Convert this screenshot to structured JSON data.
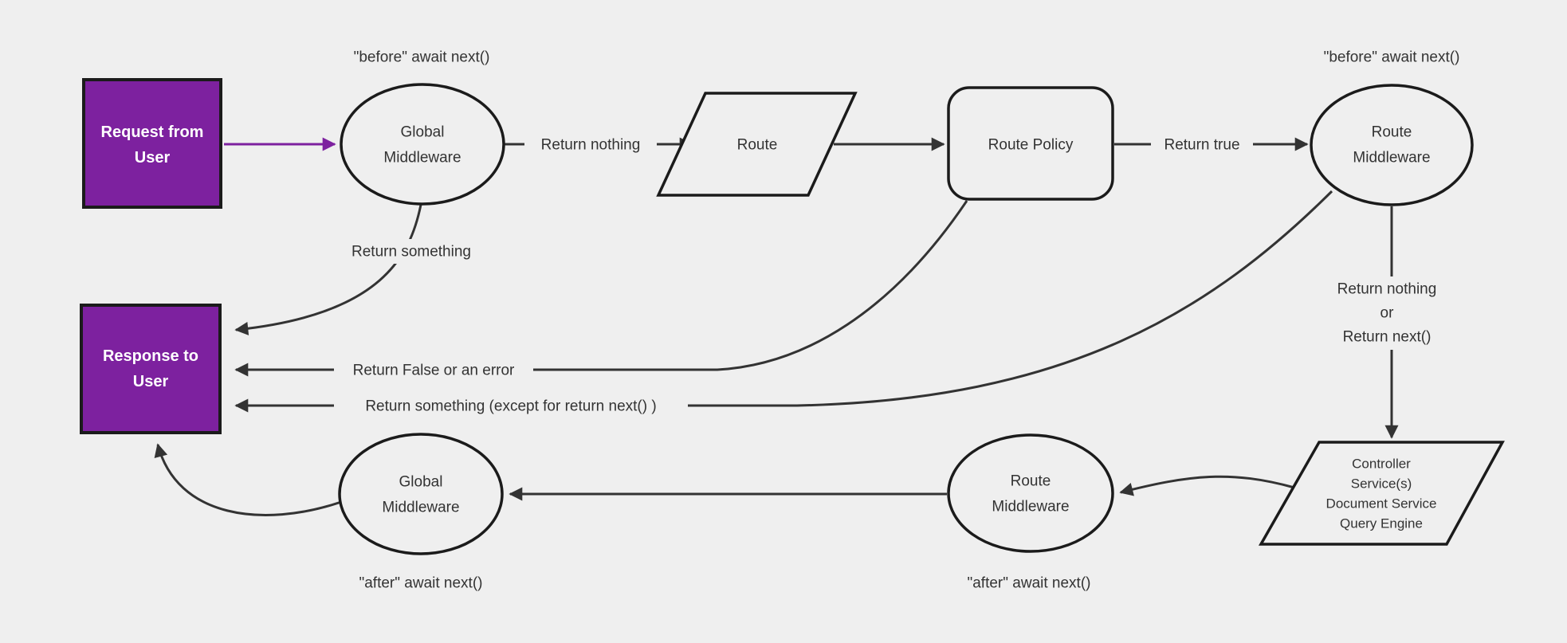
{
  "colors": {
    "canvas_bg": "#efefef",
    "purple": "#7d219f",
    "shape_stroke": "#1b1b1b",
    "edge": "#333333",
    "text": "#333333",
    "box_text": "#ffffff"
  },
  "nodes": {
    "request_from_user": {
      "type": "rectangle",
      "lines": [
        "Request from",
        "User"
      ]
    },
    "global_middleware_top": {
      "type": "ellipse",
      "lines": [
        "Global",
        "Middleware"
      ]
    },
    "route": {
      "type": "parallelogram",
      "lines": [
        "Route"
      ]
    },
    "route_policy": {
      "type": "rounded-rectangle",
      "lines": [
        "Route Policy"
      ]
    },
    "route_middleware_top": {
      "type": "ellipse",
      "lines": [
        "Route",
        "Middleware"
      ]
    },
    "response_to_user": {
      "type": "rectangle",
      "lines": [
        "Response to",
        "User"
      ]
    },
    "global_middleware_bottom": {
      "type": "ellipse",
      "lines": [
        "Global",
        "Middleware"
      ]
    },
    "route_middleware_bottom": {
      "type": "ellipse",
      "lines": [
        "Route",
        "Middleware"
      ]
    },
    "controller": {
      "type": "parallelogram",
      "lines": [
        "Controller",
        "Service(s)",
        "Document Service",
        "Query Engine"
      ]
    }
  },
  "annotations": {
    "before_await_left": "\"before\" await next()",
    "before_await_right": "\"before\" await next()",
    "after_await_left": "\"after\" await next()",
    "after_await_right": "\"after\" await next()"
  },
  "edge_labels": {
    "return_nothing_top": "Return nothing",
    "return_true": "Return true",
    "return_something": "Return something",
    "return_false_or_error": "Return False or an error",
    "return_something_except": "Return something (except for return next() )",
    "return_nothing_or": [
      "Return nothing",
      "or",
      "Return next()"
    ]
  }
}
